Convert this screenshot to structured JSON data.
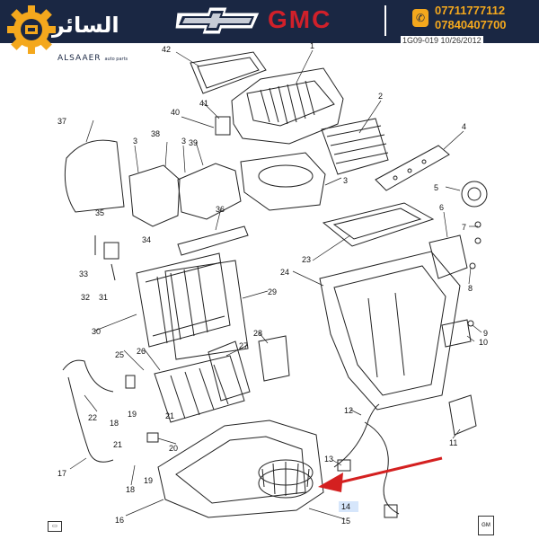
{
  "header": {
    "brand_arabic": "السائر",
    "brand_english": "ALSAAER",
    "brand_tagline": "auto parts",
    "make": "GMC",
    "phone_1": "07711777112",
    "phone_2": "07840407700",
    "reference": "1G09-019  10/26/2012"
  },
  "callouts": [
    "1",
    "2",
    "3",
    "3",
    "3",
    "4",
    "5",
    "6",
    "7",
    "8",
    "9",
    "10",
    "11",
    "12",
    "13",
    "14",
    "15",
    "16",
    "17",
    "18",
    "18",
    "19",
    "19",
    "20",
    "21",
    "21",
    "22",
    "23",
    "24",
    "25",
    "26",
    "27",
    "28",
    "29",
    "30",
    "31",
    "32",
    "33",
    "34",
    "35",
    "36",
    "37",
    "38",
    "39",
    "40",
    "41",
    "42"
  ],
  "footer": {
    "left_mark": "▭",
    "right_mark": "GM"
  },
  "colors": {
    "header_bg": "#1a2743",
    "accent": "#f4a81d",
    "gmc_red": "#d0202a",
    "arrow_red": "#d42020",
    "highlight": "#2a72d0"
  }
}
